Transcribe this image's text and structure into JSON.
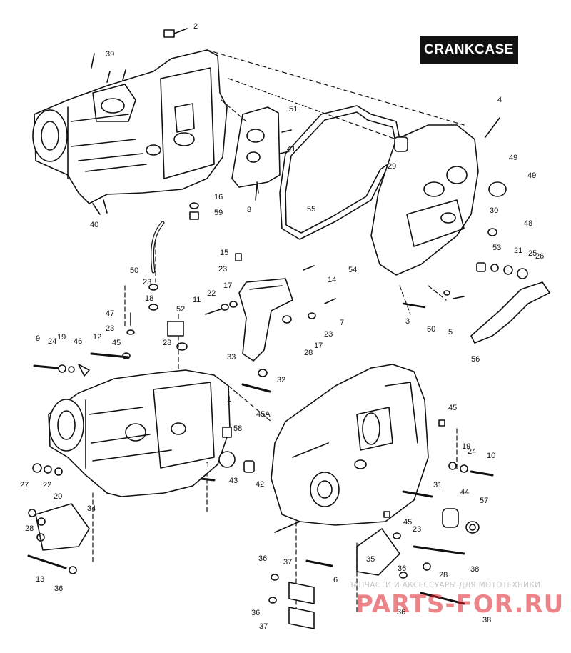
{
  "header": {
    "title": "CRANKCASE"
  },
  "watermark": {
    "caption": "ЗАПЧАСТИ И АКСЕССУАРЫ ДЛЯ МОТОТЕХНИКИ",
    "logo": "PARTS-FOR.RU",
    "color": "#dc1e28"
  },
  "callouts": [
    "1",
    "2",
    "3",
    "4",
    "5",
    "6",
    "7",
    "8",
    "9",
    "10",
    "11",
    "12",
    "13",
    "14",
    "15",
    "16",
    "17",
    "17",
    "18",
    "19",
    "19",
    "20",
    "21",
    "22",
    "22",
    "23",
    "23",
    "23",
    "23",
    "23",
    "24",
    "24",
    "25",
    "26",
    "27",
    "28",
    "28",
    "28",
    "28",
    "29",
    "30",
    "31",
    "32",
    "33",
    "34",
    "35",
    "36",
    "36",
    "36",
    "36",
    "36",
    "37",
    "37",
    "38",
    "38",
    "39",
    "40",
    "41",
    "42",
    "43",
    "44",
    "45",
    "45",
    "45",
    "45A",
    "46",
    "47",
    "48",
    "49",
    "49",
    "50",
    "51",
    "52",
    "53",
    "54",
    "55",
    "56",
    "57",
    "58",
    "59",
    "60",
    "1"
  ]
}
